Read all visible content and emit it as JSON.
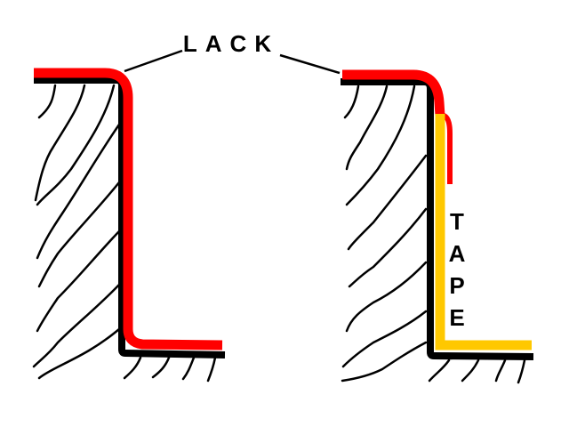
{
  "labels": {
    "top": "LACK",
    "side_letters": [
      "T",
      "A",
      "P",
      "E"
    ]
  },
  "colors": {
    "substrate": "#000000",
    "lack": "#ff0000",
    "tape": "#ffc800",
    "background": "#ffffff"
  }
}
